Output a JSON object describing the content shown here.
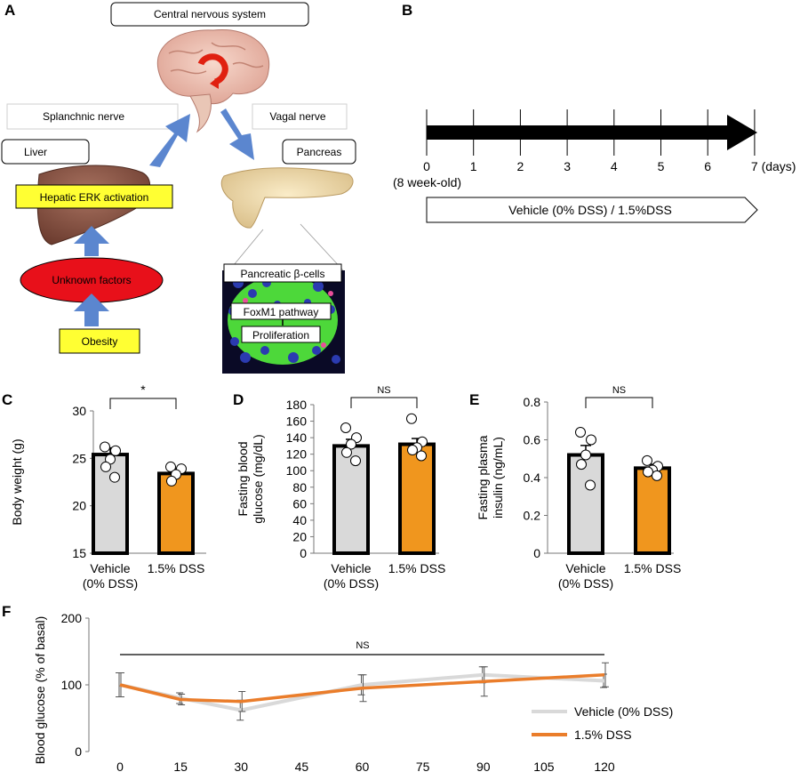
{
  "panel_labels": {
    "a": "A",
    "b": "B",
    "c": "C",
    "d": "D",
    "e": "E",
    "f": "F"
  },
  "schematic": {
    "cns": "Central nervous system",
    "splanchnic": "Splanchnic nerve",
    "vagal": "Vagal nerve",
    "liver": "Liver",
    "pancreas": "Pancreas",
    "hepatic_erk": "Hepatic ERK activation",
    "unknown_factors": "Unknown  factors",
    "obesity": "Obesity",
    "beta_cells": "Pancreatic β-cells",
    "foxm1": "FoxM1  pathway",
    "proliferation": "Proliferation",
    "colors": {
      "yellow": "#ffff33",
      "red": "#e8101a",
      "arrow": "#5b86cf"
    }
  },
  "timeline": {
    "ticks": [
      "0",
      "1",
      "2",
      "3",
      "4",
      "5",
      "6",
      "7 (days)"
    ],
    "start_note": "(8 week-old)",
    "treatment": "Vehicle (0% DSS) / 1.5%DSS"
  },
  "chart_data": [
    {
      "panel": "C",
      "type": "bar",
      "categories": [
        "Vehicle\n(0% DSS)",
        "1.5% DSS"
      ],
      "category_lines": [
        [
          "Vehicle",
          "(0% DSS)"
        ],
        [
          "1.5% DSS"
        ]
      ],
      "values": [
        25.4,
        23.4
      ],
      "errors": [
        0.7,
        0.5
      ],
      "points": [
        [
          26.2,
          25.8,
          24.9,
          24.1,
          23.0
        ],
        [
          24.1,
          23.9,
          23.3,
          22.6
        ]
      ],
      "colors": [
        "#d9d9d9",
        "#f0961e"
      ],
      "ylabel": "Body weight (g)",
      "ylim": [
        15,
        30
      ],
      "yticks": [
        "15",
        "20",
        "25",
        "30"
      ],
      "significance": "*"
    },
    {
      "panel": "D",
      "type": "bar",
      "categories": [
        "Vehicle\n(0% DSS)",
        "1.5% DSS"
      ],
      "category_lines": [
        [
          "Vehicle",
          "(0% DSS)"
        ],
        [
          "1.5% DSS"
        ]
      ],
      "values": [
        130,
        132
      ],
      "errors": [
        8,
        7
      ],
      "points": [
        [
          152,
          140,
          132,
          122,
          112
        ],
        [
          163,
          135,
          128,
          125,
          118
        ]
      ],
      "colors": [
        "#d9d9d9",
        "#f0961e"
      ],
      "ylabel": "Fasting blood glucose (mg/dL)",
      "ylabel_lines": [
        "Fasting blood",
        "glucose (mg/dL)"
      ],
      "ylim": [
        0,
        180
      ],
      "yticks": [
        "0",
        "20",
        "40",
        "60",
        "80",
        "100",
        "120",
        "140",
        "160",
        "180"
      ],
      "significance": "NS"
    },
    {
      "panel": "E",
      "type": "bar",
      "categories": [
        "Vehicle\n(0% DSS)",
        "1.5% DSS"
      ],
      "category_lines": [
        [
          "Vehicle",
          "(0% DSS)"
        ],
        [
          "1.5% DSS"
        ]
      ],
      "values": [
        0.52,
        0.45
      ],
      "errors": [
        0.05,
        0.02
      ],
      "points": [
        [
          0.64,
          0.6,
          0.52,
          0.47,
          0.36
        ],
        [
          0.49,
          0.46,
          0.44,
          0.43,
          0.41
        ]
      ],
      "colors": [
        "#d9d9d9",
        "#f0961e"
      ],
      "ylabel": "Fasting plasma insulin (ng/mL)",
      "ylabel_lines": [
        "Fasting plasma",
        "insulin (ng/mL)"
      ],
      "ylim": [
        0,
        0.8
      ],
      "yticks": [
        "0",
        "0.2",
        "0.4",
        "0.6",
        "0.8"
      ],
      "significance": "NS"
    },
    {
      "panel": "F",
      "type": "line",
      "x": [
        0,
        15,
        30,
        60,
        90,
        120
      ],
      "xticks": [
        "0",
        "15",
        "30",
        "45",
        "60",
        "75",
        "90",
        "105",
        "120"
      ],
      "xtick_values": [
        0,
        15,
        30,
        45,
        60,
        75,
        90,
        105,
        120
      ],
      "series": [
        {
          "name": "Vehicle (0% DSS)",
          "color": "#d9d9d9",
          "values": [
            100,
            80,
            62,
            100,
            115,
            106
          ],
          "errors": [
            18,
            8,
            15,
            15,
            12,
            10
          ]
        },
        {
          "name": "1.5% DSS",
          "color": "#ea7d2b",
          "values": [
            100,
            78,
            75,
            95,
            105,
            115
          ],
          "errors": [
            18,
            8,
            15,
            20,
            22,
            18
          ]
        }
      ],
      "ylabel": "Blood glucose (% of basal)",
      "ylim": [
        0,
        200
      ],
      "yticks": [
        "0",
        "100",
        "200"
      ],
      "significance": "NS",
      "legend": "lower-right"
    }
  ]
}
